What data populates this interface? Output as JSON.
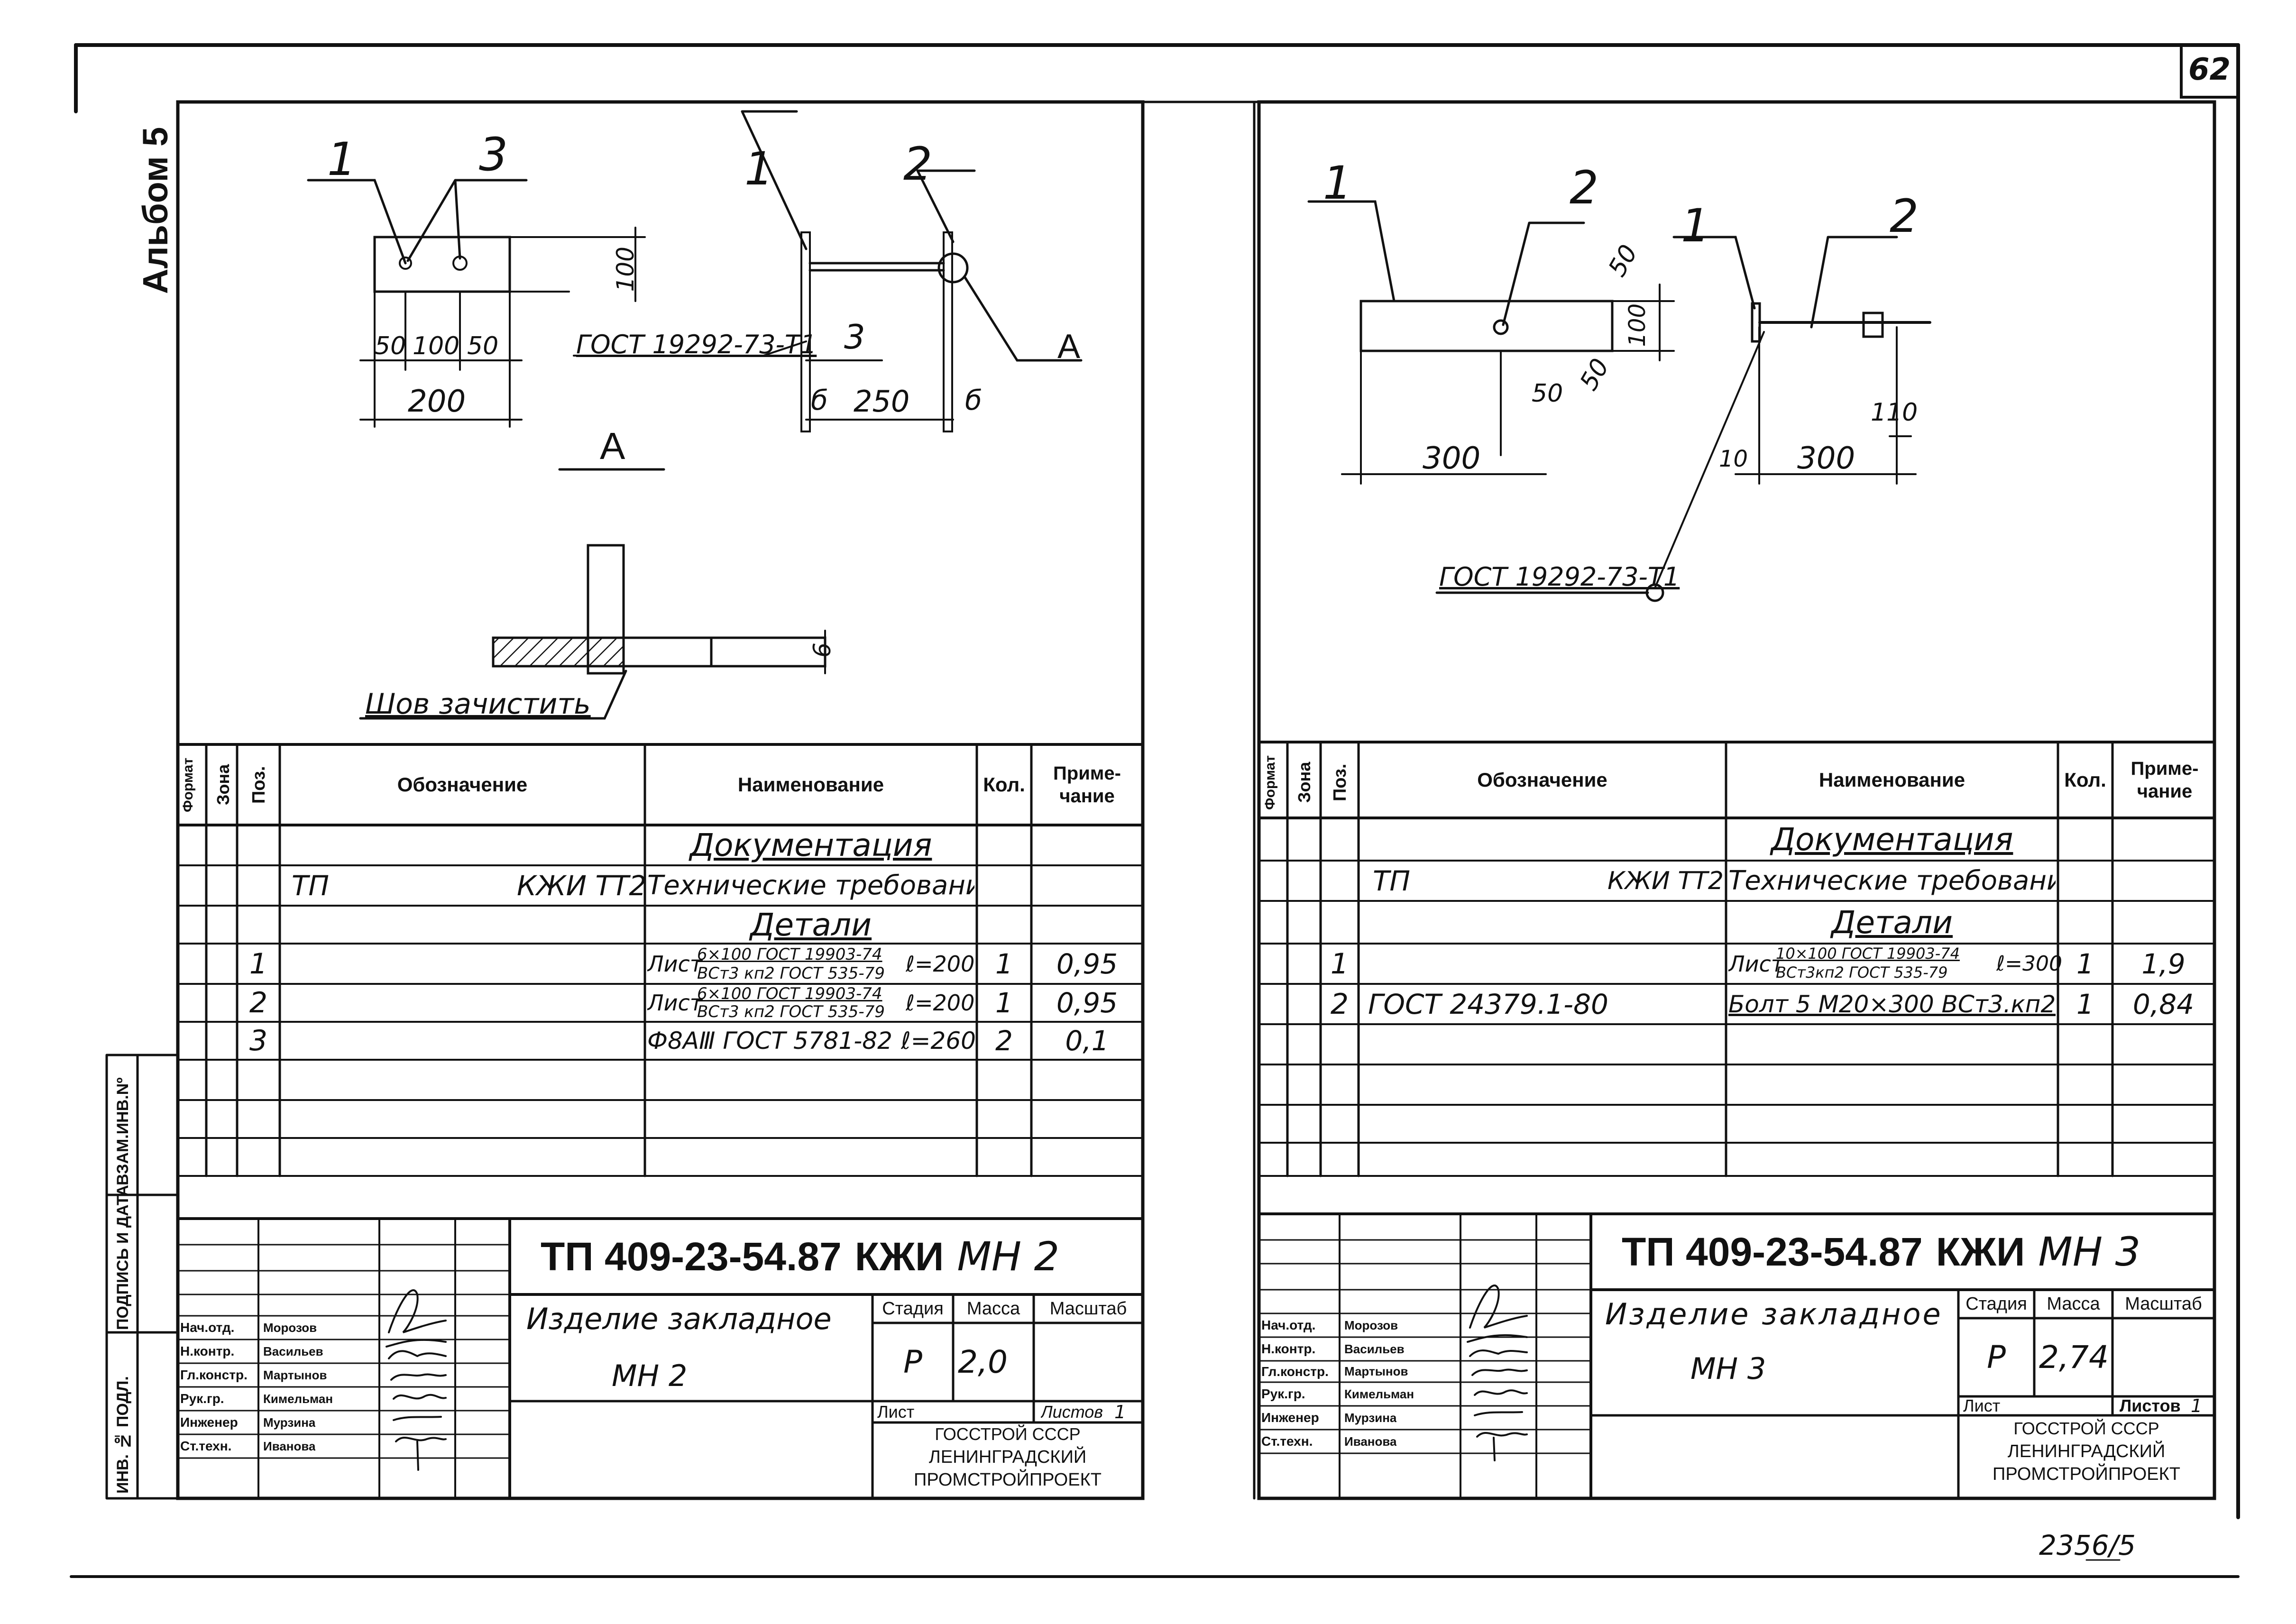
{
  "page_number": "62",
  "album": "Альбом 5",
  "sheet_code": "2356/5",
  "left_margin": {
    "vzam": "ВЗАМ.ИНВ.Nº",
    "podpis": "ПОДПИСЬ И ДАТА",
    "inv": "ИНВ. № ПОДЛ."
  },
  "table_headers": {
    "format": "Формат",
    "zone": "Зона",
    "pos": "Поз.",
    "designation": "Обозначение",
    "name": "Наименование",
    "qty": "Кол.",
    "note": "Приме-чание"
  },
  "left": {
    "drawing": {
      "pos1": "1",
      "pos3": "3",
      "pos1b": "1",
      "pos2": "2",
      "dim_100": "100",
      "dim_50a": "50",
      "dim_100b": "100",
      "dim_50b": "50",
      "dim_200": "200",
      "gost": "ГОСТ 19292-73-Т1",
      "label_3": "3",
      "dim_b1": "б",
      "dim_250": "250",
      "dim_b2": "б",
      "view_a": "А",
      "view_a_title": "А",
      "dim_6": "6",
      "weld_note": "Шов зачистить"
    },
    "spec": {
      "section_doc": "Документация",
      "doc_code_prefix": "ТП",
      "doc_code": "КЖИ ТТ2",
      "doc_name": "Технические требования",
      "section_parts": "Детали",
      "rows": [
        {
          "pos": "1",
          "designation": "",
          "name_prefix": "Лист",
          "name_top": "6×100 ГОСТ 19903-74",
          "name_bottom": "ВСт3 кп2 ГОСТ 535-79",
          "name_suffix": "ℓ=200",
          "qty": "1",
          "note": "0,95"
        },
        {
          "pos": "2",
          "designation": "",
          "name_prefix": "Лист",
          "name_top": "6×100 ГОСТ 19903-74",
          "name_bottom": "ВСт3 кп2 ГОСТ 535-79",
          "name_suffix": "ℓ=200",
          "qty": "1",
          "note": "0,95"
        },
        {
          "pos": "3",
          "designation": "",
          "name_prefix": "Ф8АⅢ ГОСТ 5781-82",
          "name_top": "",
          "name_bottom": "",
          "name_suffix": "ℓ=260",
          "qty": "2",
          "note": "0,1"
        }
      ]
    },
    "title_block": {
      "code": "ТП 409-23-54.87",
      "code_kzhi": "КЖИ",
      "code_mark": "МН 2",
      "title_line1": "Изделие закладное",
      "title_line2": "МН 2",
      "stage_label": "Стадия",
      "mass_label": "Масса",
      "scale_label": "Масштаб",
      "stage": "Р",
      "mass": "2,0",
      "scale": "",
      "sheet_label": "Лист",
      "sheets_label": "Листов",
      "sheets": "1",
      "org1": "ГОССТРОЙ СССР",
      "org2": "ЛЕНИНГРАДСКИЙ",
      "org3": "ПРОМСТРОЙПРОЕКТ",
      "people": [
        {
          "role": "Нач.отд.",
          "name": "Морозов"
        },
        {
          "role": "Н.контр.",
          "name": "Васильев"
        },
        {
          "role": "Гл.констр.",
          "name": "Мартынов"
        },
        {
          "role": "Рук.гр.",
          "name": "Кимельман"
        },
        {
          "role": "Инженер",
          "name": "Мурзина"
        },
        {
          "role": "Ст.техн.",
          "name": "Иванова"
        }
      ]
    }
  },
  "right": {
    "drawing": {
      "pos1": "1",
      "pos2": "2",
      "pos1b": "1",
      "pos2b": "2",
      "dim_50a": "50",
      "dim_100": "100",
      "dim_50b": "50",
      "dim_50c": "50",
      "dim_300a": "300",
      "dim_110": "110",
      "dim_10": "10",
      "dim_300b": "300",
      "gost": "ГОСТ 19292-73-Т1"
    },
    "spec": {
      "section_doc": "Документация",
      "doc_code_prefix": "ТП",
      "doc_code": "КЖИ ТТ2",
      "doc_name": "Технические требования",
      "section_parts": "Детали",
      "rows": [
        {
          "pos": "1",
          "designation": "",
          "name_prefix": "Лист",
          "name_top": "10×100 ГОСТ 19903-74",
          "name_bottom": "ВСт3кп2 ГОСТ 535-79",
          "name_suffix": "ℓ=300",
          "qty": "1",
          "note": "1,9"
        },
        {
          "pos": "2",
          "designation": "ГОСТ 24379.1-80",
          "name_prefix": "Болт 5 М20×300 ВСт3.кп2",
          "name_top": "",
          "name_bottom": "",
          "name_suffix": "",
          "qty": "1",
          "note": "0,84"
        }
      ]
    },
    "title_block": {
      "code": "ТП 409-23-54.87",
      "code_kzhi": "КЖИ",
      "code_mark": "МН 3",
      "title_line1": "Изделие закладное",
      "title_line2": "МН 3",
      "stage_label": "Стадия",
      "mass_label": "Масса",
      "scale_label": "Масштаб",
      "stage": "Р",
      "mass": "2,74",
      "scale": "",
      "sheet_label": "Лист",
      "sheets_label": "Листов",
      "sheets": "1",
      "org1": "ГОССТРОЙ СССР",
      "org2": "ЛЕНИНГРАДСКИЙ",
      "org3": "ПРОМСТРОЙПРОЕКТ",
      "people": [
        {
          "role": "Нач.отд.",
          "name": "Морозов"
        },
        {
          "role": "Н.контр.",
          "name": "Васильев"
        },
        {
          "role": "Гл.констр.",
          "name": "Мартынов"
        },
        {
          "role": "Рук.гр.",
          "name": "Кимельман"
        },
        {
          "role": "Инженер",
          "name": "Мурзина"
        },
        {
          "role": "Ст.техн.",
          "name": "Иванова"
        }
      ]
    }
  }
}
